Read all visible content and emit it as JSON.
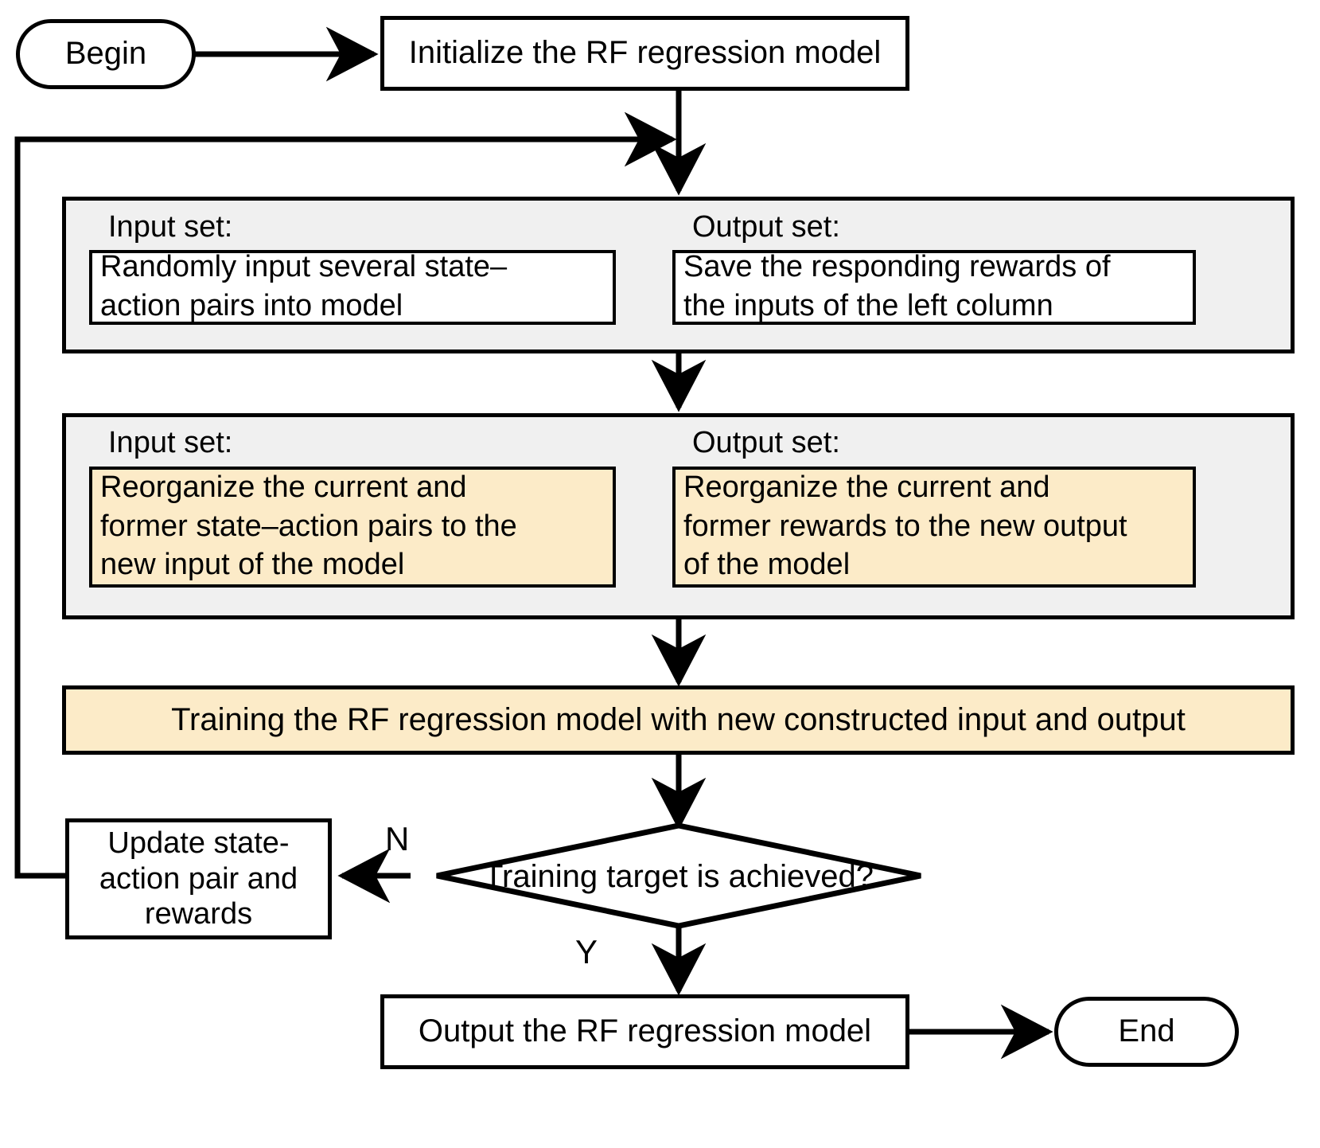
{
  "diagram": {
    "title": "RF regression model training flowchart",
    "colors": {
      "accent_yellow": "#FCEBC8",
      "group_gray": "#F0F0F0",
      "stroke": "#000000",
      "canvas": "#FFFFFF"
    },
    "nodes": {
      "begin": "Begin",
      "initialize": "Initialize the RF regression model",
      "training": "Training the RF regression model with new constructed input and output",
      "update": "Update state-\naction pair and\nrewards",
      "decision": "Training target is achieved?",
      "output": "Output the RF regression model",
      "end": "End"
    },
    "group_one": {
      "input_label": "Input set:",
      "output_label": "Output set:",
      "input_text": "Randomly input several state–\naction pairs into model",
      "output_text": "Save the responding rewards of\nthe inputs of the left column"
    },
    "group_two": {
      "input_label": "Input set:",
      "output_label": "Output set:",
      "input_text": "Reorganize the current and\nformer state–action pairs to the\nnew input of the model",
      "output_text": "Reorganize the current and\nformer rewards to the new output\nof the model"
    },
    "branches": {
      "no": "N",
      "yes": "Y"
    }
  }
}
